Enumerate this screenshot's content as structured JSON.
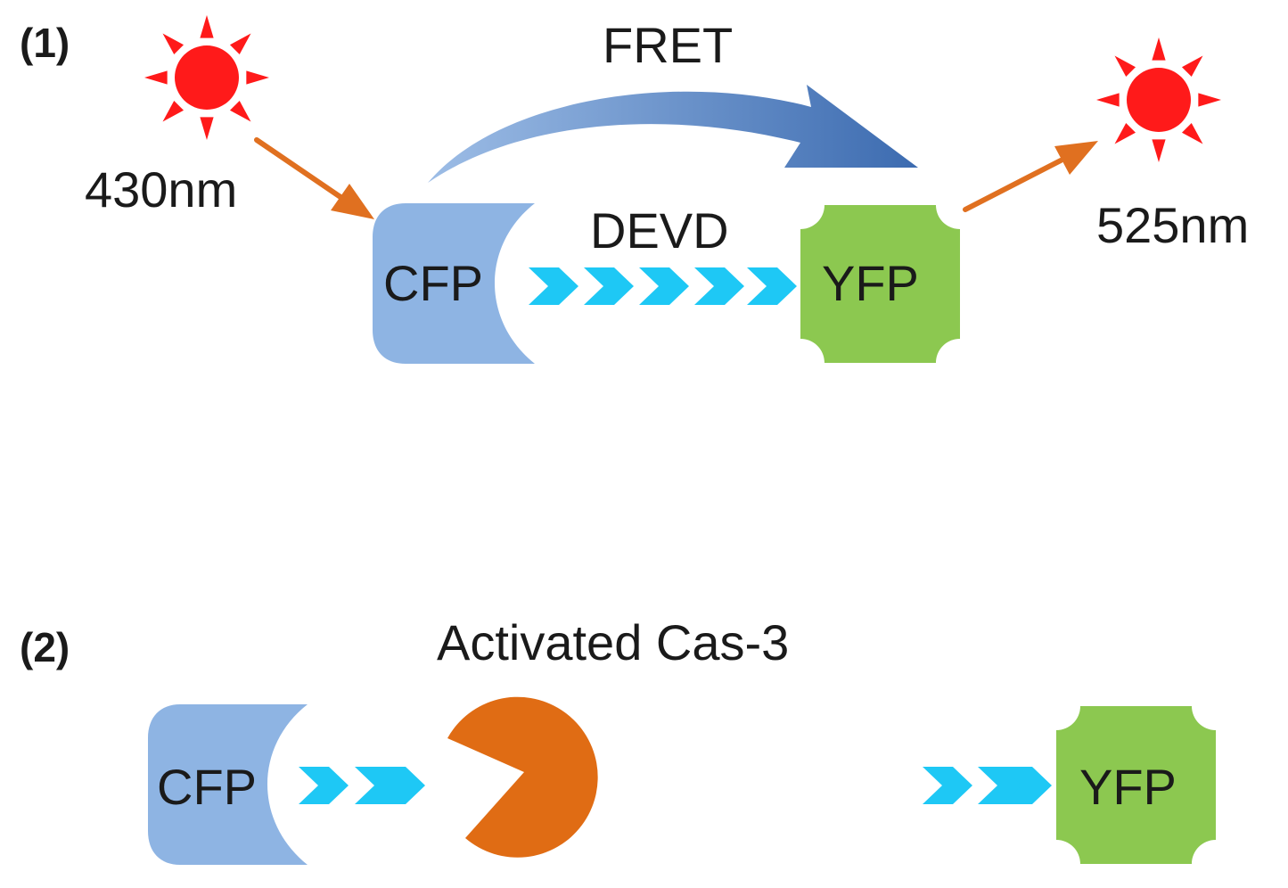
{
  "panels": [
    {
      "step_label": "(1)",
      "excitation_label": "430nm",
      "emission_label": "525nm",
      "fret_label": "FRET",
      "linker_label": "DEVD",
      "donor_label": "CFP",
      "acceptor_label": "YFP"
    },
    {
      "step_label": "(2)",
      "enzyme_label": "Activated Cas-3",
      "donor_label": "CFP",
      "acceptor_label": "YFP"
    }
  ],
  "colors": {
    "sun": "#ff1a1a",
    "light_arrow": "#e07020",
    "fret_arrow": "#4f7fc0",
    "cfp": "#8eb4e3",
    "yfp": "#8cc850",
    "linker": "#1ec8f5",
    "enzyme": "#e06c14"
  },
  "icons": {
    "light_source": "sun-icon",
    "enzyme": "pacman-enzyme-icon"
  }
}
